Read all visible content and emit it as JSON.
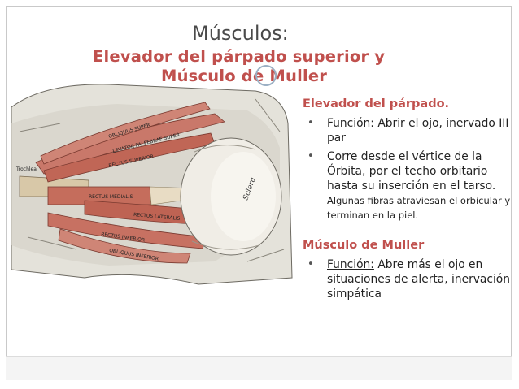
{
  "slide": {
    "heading": "Músculos:",
    "title_line_1": "Elevador del párpado  superior  y",
    "title_line_2": "Músculo de Muller"
  },
  "figure": {
    "labels": {
      "superior_oblique": "OBLIQUUS SUPER",
      "levator": "LEVATOR PALPEBRAE SUPER",
      "rectus_superior": "RECTUS SUPERIOR",
      "rectus_medialis": "RECTUS MEDIALIS",
      "rectus_lateralis": "RECTUS LATERALIS",
      "rectus_inferior": "RECTUS INFERIOR",
      "inferior_oblique": "OBLIQUUS INFERIOR",
      "sclera": "Sclera",
      "trochlea": "Trochlea"
    }
  },
  "section1": {
    "title": "Elevador del párpado.",
    "bullet1": {
      "label": "Función:",
      "text": " Abrir el ojo, inervado III par"
    },
    "bullet2": {
      "text": "Corre desde el vértice de la Órbita,  por el techo orbitario hasta su inserción en el tarso.",
      "small": " Algunas fibras atraviesan el orbicular y terminan en la piel."
    }
  },
  "section2": {
    "title": "Músculo de Muller",
    "bullet1": {
      "label": "Función:",
      "text": " Abre más el ojo en situaciones de alerta, inervación simpática"
    }
  },
  "bullet_glyph": "•",
  "colors": {
    "accent_red": "#c0504d",
    "muscle": "#c4705e",
    "bone": "#e4e2da"
  }
}
